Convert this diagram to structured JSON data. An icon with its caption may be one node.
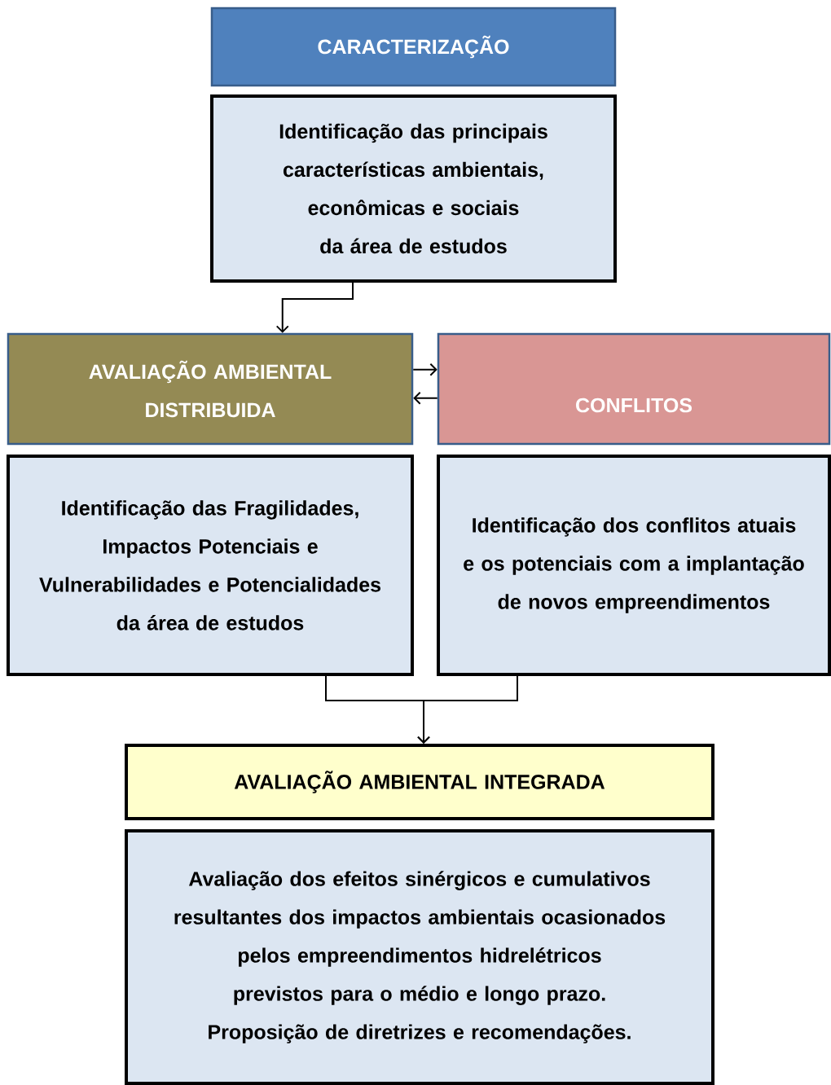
{
  "diagram": {
    "nodes": [
      {
        "text": [
          "CARACTERIZAÇÃO"
        ]
      },
      {
        "text": [
          "Identificação das principais características ambientais, econômicas e sociais da área de estudos"
        ]
      },
      {
        "text": [
          "AVALIAÇÃO AMBIENTAL DISTRIBUIDA"
        ]
      },
      {
        "text": [
          "CONFLITOS"
        ]
      },
      {
        "text": [
          "Identificação das Fragilidades, Impactos Potenciais e Vulnerabilidades e Potencialidades da área de estudos"
        ]
      },
      {
        "text": [
          "Identificação dos conflitos atuais e os potenciais com a implantação de novos empreendimentos"
        ]
      },
      {
        "text": [
          "AVALIAÇÃO AMBIENTAL INTEGRADA"
        ]
      },
      {
        "text": [
          "Avaliação dos efeitos sinérgicos e cumulativos resultantes dos impactos ambientais ocasionados pelos empreendimentos hidrelétricos previstos para o médio e longo prazo. Proposição de diretrizes e recomendações."
        ]
      }
    ],
    "edges": [
      {
        "from": 1,
        "to": 2,
        "arrow": "to"
      },
      {
        "from": 2,
        "to": 3,
        "arrow": "to"
      },
      {
        "from": 3,
        "to": 2,
        "arrow": "to"
      },
      {
        "from": 4,
        "to": 6,
        "arrow": "to"
      },
      {
        "from": 5,
        "to": 6,
        "arrow": "to"
      }
    ]
  }
}
